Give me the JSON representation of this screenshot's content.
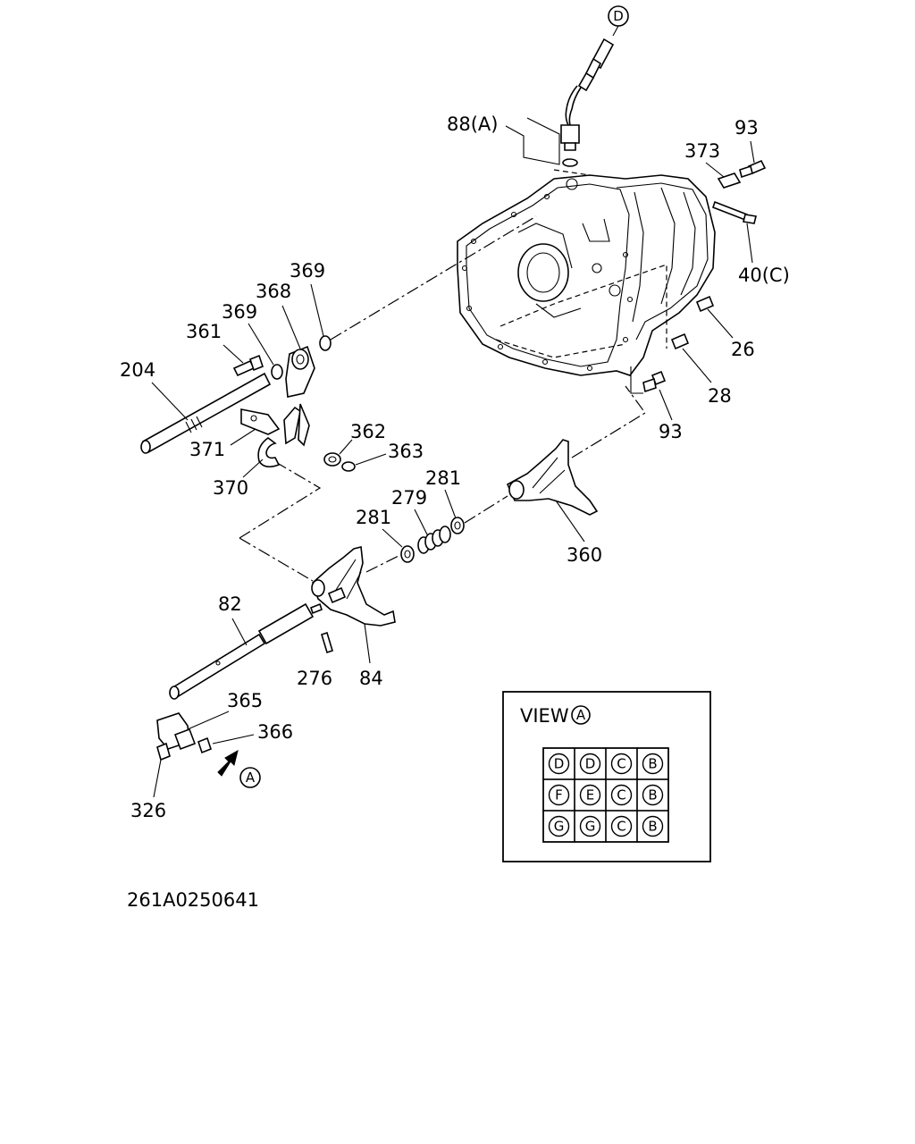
{
  "diagram": {
    "callouts": {
      "p88": "88(A)",
      "p93a": "93",
      "p373": "373",
      "p40": "40(C)",
      "p26": "26",
      "p28": "28",
      "p93b": "93",
      "p369a": "369",
      "p368": "368",
      "p369b": "369",
      "p361": "361",
      "p204": "204",
      "p362": "362",
      "p363": "363",
      "p371": "371",
      "p370": "370",
      "p281a": "281",
      "p279": "279",
      "p281b": "281",
      "p360": "360",
      "p82": "82",
      "p276": "276",
      "p84": "84",
      "p365": "365",
      "p366": "366",
      "p326": "326"
    },
    "connector_tag": "D",
    "view_arrow_tag": "A",
    "drawing_number": "261A0250641"
  },
  "view_box": {
    "title": "VIEW",
    "title_tag": "A",
    "grid": [
      [
        "D",
        "D",
        "C",
        "B"
      ],
      [
        "F",
        "E",
        "C",
        "B"
      ],
      [
        "G",
        "G",
        "C",
        "B"
      ]
    ]
  }
}
